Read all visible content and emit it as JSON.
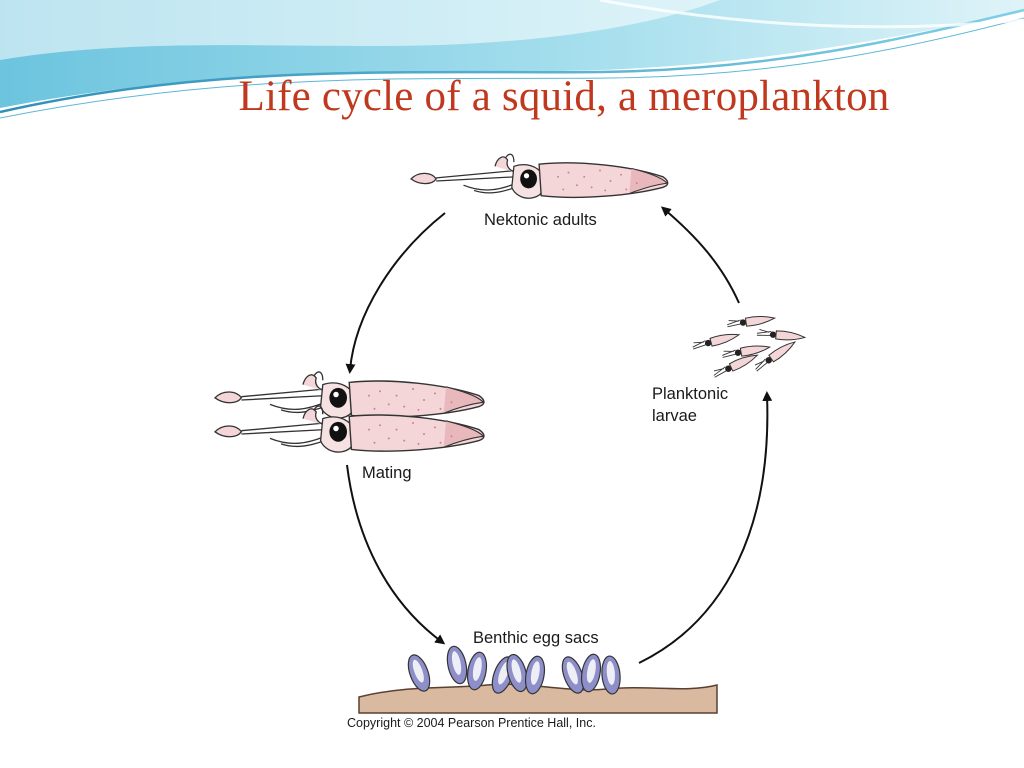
{
  "slide": {
    "title": "Life cycle of a squid, a meroplankton"
  },
  "diagram": {
    "stages": {
      "adults": "Nektonic adults",
      "mating": "Mating",
      "eggs": "Benthic egg sacs",
      "larvae_line1": "Planktonic",
      "larvae_line2": "larvae"
    },
    "copyright": "Copyright © 2004 Pearson Prentice Hall, Inc."
  },
  "colors": {
    "title": "#c0391e",
    "squid_body": "#f4d6d8",
    "egg_sac": "#8e8fc9",
    "sediment": "#d9b9a0"
  }
}
